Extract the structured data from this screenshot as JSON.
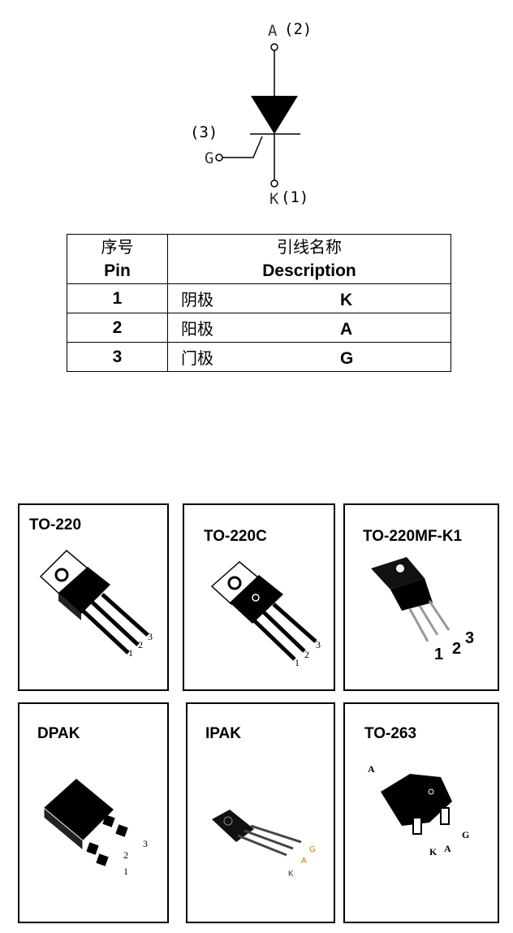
{
  "symbol": {
    "anode_label": "A",
    "anode_pin": "(2)",
    "gate_label": "G",
    "gate_pin": "(3)",
    "cathode_label": "K",
    "cathode_pin": "(1)"
  },
  "pin_table": {
    "header_pin_cn": "序号",
    "header_pin_en": "Pin",
    "header_desc_cn": "引线名称",
    "header_desc_en": "Description",
    "rows": [
      {
        "pin": "1",
        "name_cn": "阴极",
        "symbol": "K"
      },
      {
        "pin": "2",
        "name_cn": "阳极",
        "symbol": "A"
      },
      {
        "pin": "3",
        "name_cn": "门极",
        "symbol": "G"
      }
    ]
  },
  "packages": [
    {
      "name": "TO-220",
      "pins": [
        "1",
        "2",
        "3"
      ]
    },
    {
      "name": "TO-220C",
      "pins": [
        "1",
        "2",
        "3"
      ]
    },
    {
      "name": "TO-220MF-K1",
      "pins": [
        "1",
        "2",
        "3"
      ]
    },
    {
      "name": "DPAK",
      "pins": [
        "1",
        "2",
        "3"
      ]
    },
    {
      "name": "IPAK",
      "pins": [
        "K",
        "A",
        "G"
      ]
    },
    {
      "name": "TO-263",
      "pins": [
        "K",
        "A",
        "G"
      ],
      "tab": "A"
    }
  ]
}
